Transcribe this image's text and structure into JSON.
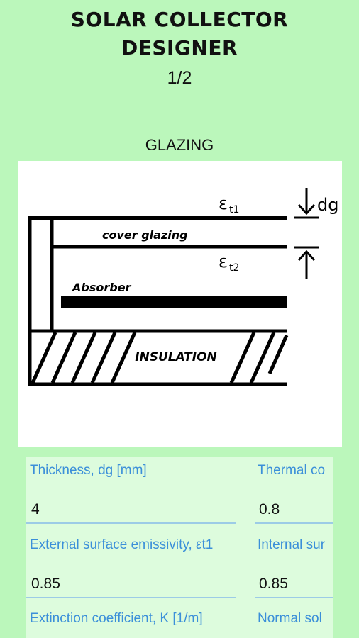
{
  "header": {
    "title_line1": "SOLAR COLLECTOR",
    "title_line2": "DESIGNER",
    "page_indicator": "1/2"
  },
  "section": {
    "label": "GLAZING"
  },
  "diagram": {
    "labels": {
      "emissivity_top": "ε",
      "emissivity_top_sub": "t1",
      "emissivity_bottom": "ε",
      "emissivity_bottom_sub": "t2",
      "thickness": "dg",
      "cover": "cover glazing",
      "absorber": "Absorber",
      "insulation": "INSULATION"
    }
  },
  "form": {
    "fields": [
      {
        "label": "Thickness, dg [mm]",
        "value": "4"
      },
      {
        "label": "Thermal co",
        "value": "0.8"
      },
      {
        "label": "External surface emissivity, εt1",
        "value": "0.85"
      },
      {
        "label": "Internal sur",
        "value": "0.85"
      },
      {
        "label": "Extinction coefficient, K [1/m]",
        "value": ""
      },
      {
        "label": "Normal sol",
        "value": ""
      }
    ]
  }
}
